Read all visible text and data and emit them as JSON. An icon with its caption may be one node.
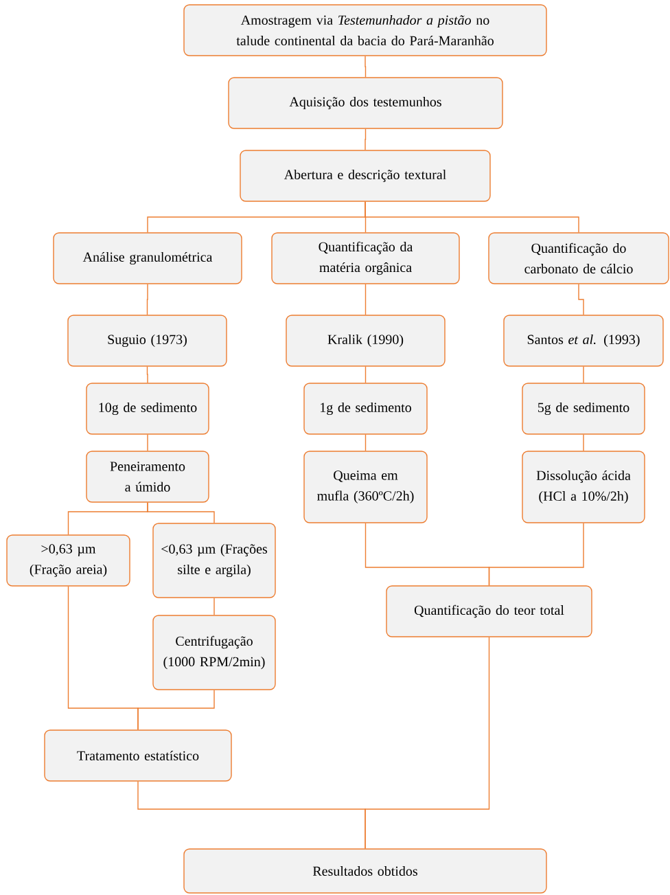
{
  "diagram": {
    "nodes": [
      {
        "text": [
          "Amostragem via *Testemunhador a pistão* no talude continental da bacia do Pará-Maranhão"
        ]
      },
      {
        "text": [
          "Aquisição dos testemunhos"
        ]
      },
      {
        "text": [
          "Abertura e descrição textural"
        ]
      },
      {
        "text": [
          "Análise granulométrica"
        ]
      },
      {
        "text": [
          "Quantificação da matéria orgânica"
        ]
      },
      {
        "text": [
          "Quantificação do carbonato de cálcio"
        ]
      },
      {
        "text": [
          "Suguio (1973)"
        ]
      },
      {
        "text": [
          "Kralik (1990)"
        ]
      },
      {
        "text": [
          "Santos *et al.* (1993)"
        ]
      },
      {
        "text": [
          "10g de sedimento"
        ]
      },
      {
        "text": [
          "1g de sedimento"
        ]
      },
      {
        "text": [
          "5g de sedimento"
        ]
      },
      {
        "text": [
          "Peneiramento a úmido"
        ]
      },
      {
        "text": [
          "Queima em mufla (360ºC/2h)"
        ]
      },
      {
        "text": [
          "Dissolução ácida (HCl a 10%/2h)"
        ]
      },
      {
        "text": [
          ">0,63 µm (Fração areia)"
        ]
      },
      {
        "text": [
          "<0,63 µm (Frações silte e argila)"
        ]
      },
      {
        "text": [
          "Quantificação do teor total"
        ]
      },
      {
        "text": [
          "Centrifugação (1000 RPM/2min)"
        ]
      },
      {
        "text": [
          "Tratamento estatístico"
        ]
      },
      {
        "text": [
          "Resultados obtidos"
        ]
      }
    ],
    "edges": [
      {
        "from": 0,
        "to": 1,
        "arrow": "none"
      },
      {
        "from": 1,
        "to": 2,
        "arrow": "none"
      },
      {
        "from": 2,
        "to": 3,
        "arrow": "none"
      },
      {
        "from": 2,
        "to": 4,
        "arrow": "none"
      },
      {
        "from": 2,
        "to": 5,
        "arrow": "none"
      },
      {
        "from": 3,
        "to": 6,
        "arrow": "none"
      },
      {
        "from": 4,
        "to": 7,
        "arrow": "none"
      },
      {
        "from": 5,
        "to": 8,
        "arrow": "none"
      },
      {
        "from": 6,
        "to": 9,
        "arrow": "none"
      },
      {
        "from": 7,
        "to": 10,
        "arrow": "none"
      },
      {
        "from": 8,
        "to": 11,
        "arrow": "none"
      },
      {
        "from": 9,
        "to": 12,
        "arrow": "none"
      },
      {
        "from": 10,
        "to": 13,
        "arrow": "none"
      },
      {
        "from": 11,
        "to": 14,
        "arrow": "none"
      },
      {
        "from": 12,
        "to": 15,
        "arrow": "none"
      },
      {
        "from": 12,
        "to": 16,
        "arrow": "none"
      },
      {
        "from": 16,
        "to": 18,
        "arrow": "none"
      },
      {
        "from": 15,
        "to": 19,
        "arrow": "none"
      },
      {
        "from": 18,
        "to": 19,
        "arrow": "none"
      },
      {
        "from": 13,
        "to": 17,
        "arrow": "none"
      },
      {
        "from": 14,
        "to": 17,
        "arrow": "none"
      },
      {
        "from": 19,
        "to": 20,
        "arrow": "none"
      },
      {
        "from": 17,
        "to": 20,
        "arrow": "none"
      }
    ]
  }
}
